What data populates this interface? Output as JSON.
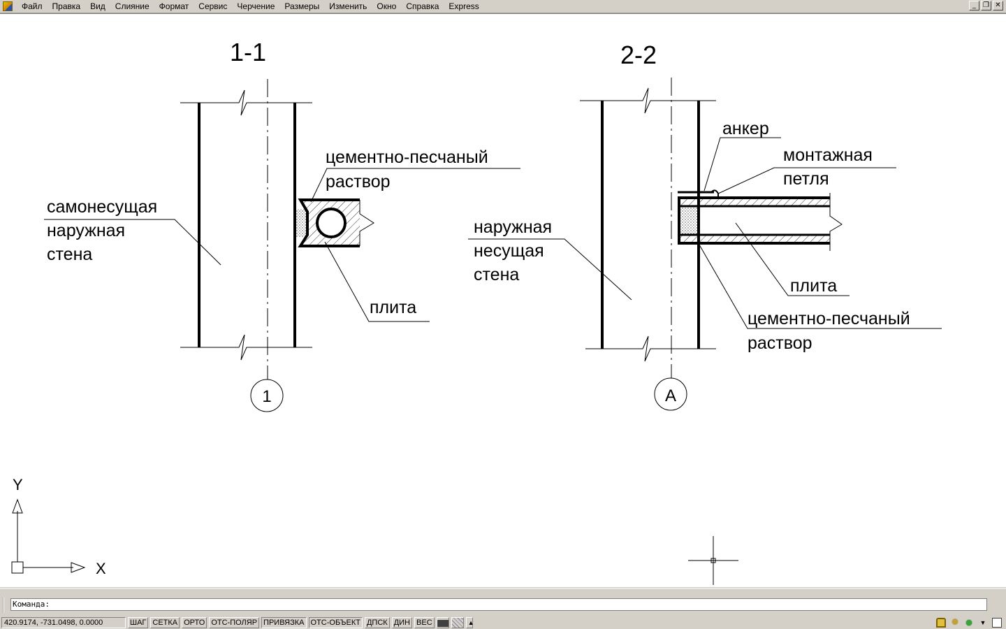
{
  "menu": [
    "Файл",
    "Правка",
    "Вид",
    "Слияние",
    "Формат",
    "Сервис",
    "Черчение",
    "Размеры",
    "Изменить",
    "Окно",
    "Справка",
    "Express"
  ],
  "window_controls": {
    "minimize": "_",
    "restore": "❐",
    "close": "✕"
  },
  "drawing": {
    "section1": {
      "title": "1-1",
      "axis_label": "1",
      "wall_label": [
        "самонесущая",
        "наружная",
        "стена"
      ],
      "mortar_label": [
        "цементно-песчаный",
        "раствор"
      ],
      "slab_label": "плита"
    },
    "section2": {
      "title": "2-2",
      "axis_label": "А",
      "wall_label": [
        "наружная",
        "несущая",
        "стена"
      ],
      "anchor_label": "анкер",
      "loop_label": [
        "монтажная",
        "петля"
      ],
      "slab_label": "плита",
      "mortar_label": [
        "цементно-песчаный",
        "раствор"
      ]
    },
    "ucs": {
      "x": "X",
      "y": "Y"
    }
  },
  "command": {
    "prompt": "Команда:"
  },
  "status": {
    "coordinates": "420.9174, -731.0498, 0.0000",
    "toggles": [
      "ШАГ",
      "СЕТКА",
      "ОРТО",
      "ОТС-ПОЛЯР",
      "ПРИВЯЗКА",
      "ОТС-ОБЪЕКТ",
      "ДПСК",
      "ДИН",
      "ВЕС"
    ],
    "pressed": [
      "ПРИВЯЗКА",
      "ОТС-ОБЪЕКТ"
    ]
  }
}
